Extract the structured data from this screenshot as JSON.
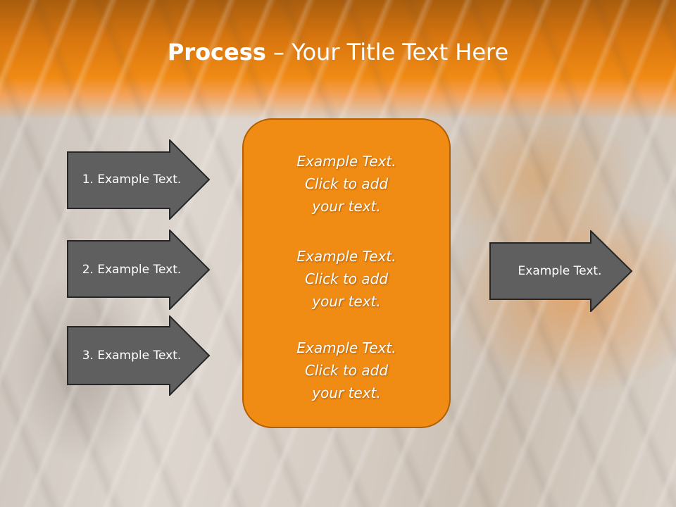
{
  "slide": {
    "title_bold": "Process",
    "title_rest": " – Your Title Text Here"
  },
  "left_arrows": [
    {
      "label": "1. Example Text."
    },
    {
      "label": "2. Example Text."
    },
    {
      "label": "3. Example Text."
    }
  ],
  "center_box": {
    "blocks": [
      {
        "line1": "Example Text.",
        "line2": "Click  to add",
        "line3": "your text."
      },
      {
        "line1": "Example Text.",
        "line2": "Click  to add",
        "line3": "your text."
      },
      {
        "line1": "Example Text.",
        "line2": "Click  to add",
        "line3": "your text."
      }
    ]
  },
  "right_arrow": {
    "label": "Example Text."
  },
  "colors": {
    "accent_orange": "#f08b14",
    "arrow_fill": "#5f5f5f",
    "arrow_border": "#262626"
  }
}
